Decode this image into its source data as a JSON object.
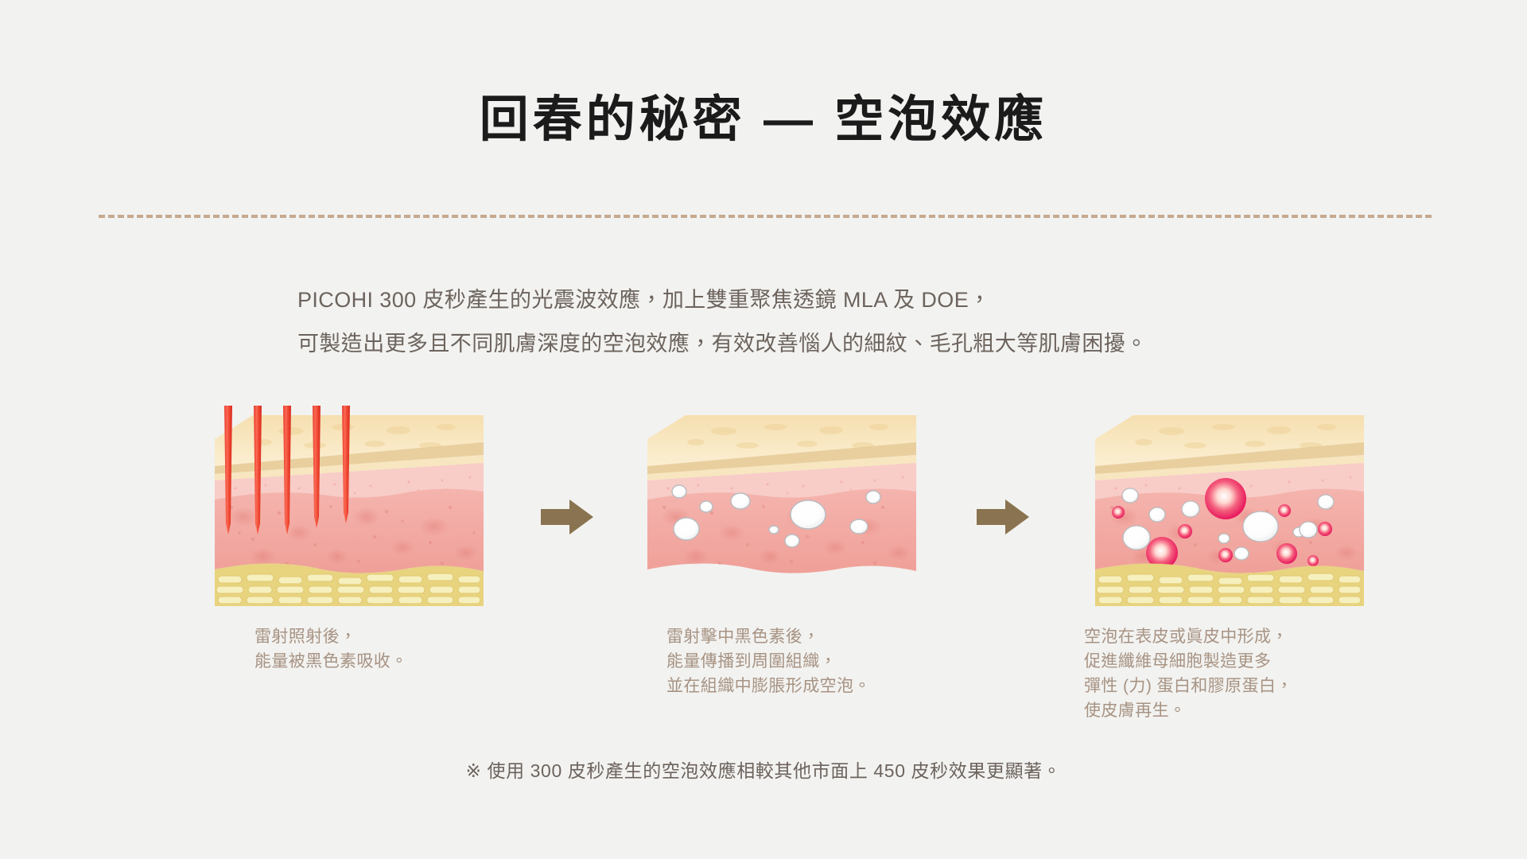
{
  "page": {
    "background_color": "#f2f2f0",
    "title": "回春的秘密 — 空泡效應",
    "title_color": "#1b1b1b",
    "divider_color": "#c6a98f"
  },
  "intro": {
    "line1": "PICOHI 300 皮秒產生的光震波效應，加上雙重聚焦透鏡 MLA 及 DOE，",
    "line2": "可製造出更多且不同肌膚深度的空泡效應，有效改善惱人的細紋、毛孔粗大等肌膚困擾。",
    "text_color": "#6c635d"
  },
  "panels": [
    {
      "id": "panel-laser-irradiation",
      "caption": "雷射照射後，\n能量被黑色素吸收。",
      "feature": "laser-beams",
      "beam_count": 5,
      "beam_color": "#ef4136"
    },
    {
      "id": "panel-bubble-formation",
      "caption": "雷射擊中黑色素後，\n能量傳播到周圍組織，\n並在組織中膨脹形成空泡。",
      "feature": "white-vacuoles",
      "white_bubble_count": 9
    },
    {
      "id": "panel-collagen-regeneration",
      "caption": "空泡在表皮或眞皮中形成，\n促進纖維母細胞製造更多\n彈性 (力) 蛋白和膠原蛋白，\n使皮膚再生。",
      "feature": "white-and-pink-vacuoles",
      "white_bubble_count": 10,
      "pink_bubble_count": 9
    }
  ],
  "arrows": [
    {
      "id": "arrow-step-1-to-2",
      "color": "#8a7350"
    },
    {
      "id": "arrow-step-2-to-3",
      "color": "#8a7350"
    }
  ],
  "caption_color": "#a79383",
  "footnote": {
    "text": "※ 使用 300 皮秒產生的空泡效應相較其他市面上 450 皮秒效果更顯著。",
    "color": "#6c635d"
  },
  "skin_colors": {
    "epidermis_top": "#f7e2b6",
    "epidermis_side": "#f3dcae",
    "dermis_upper": "#f6c6c0",
    "dermis_main": "#f2a6a0",
    "fat_layer": "#ead98c",
    "fat_cell": "#f4ecb8"
  }
}
